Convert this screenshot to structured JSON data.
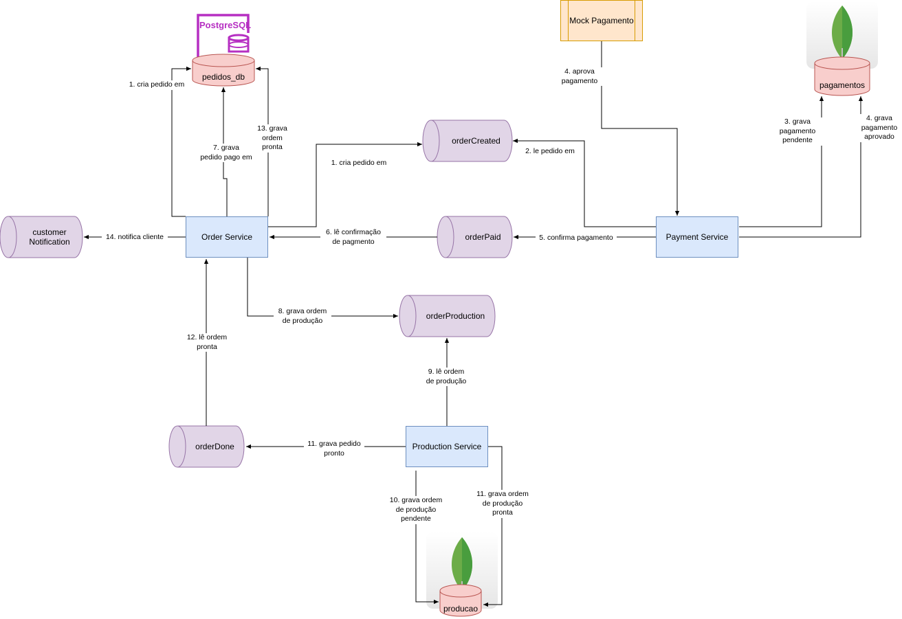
{
  "services": {
    "order": "Order Service",
    "payment": "Payment Service",
    "production": "Production Service",
    "mock": "Mock Pagamento"
  },
  "queues": {
    "order_created": "orderCreated",
    "order_paid": "orderPaid",
    "order_production": "orderProduction",
    "order_done": "orderDone",
    "customer_notification": "customer\nNotification"
  },
  "databases": {
    "pedidos": "pedidos_db",
    "pagamentos": "pagamentos",
    "producao": "producao",
    "postgres_logo": "PostgreSQL"
  },
  "edges": {
    "e1_db": "1. cria pedido em",
    "e1_queue": "1. cria pedido em",
    "e2": "2. le pedido em",
    "e3": "3. grava\npagamento\npendente",
    "e4_approve": "4. aprova\npagamento",
    "e4_save": "4. grava\npagamento\naprovado",
    "e5": "5. confirma pagamento",
    "e6": "6. lê confirmação\nde pagmento",
    "e7": "7. grava\npedido pago em",
    "e8": "8. grava ordem\nde produção",
    "e9": "9. lê ordem\nde produção",
    "e10": "10. grava ordem\nde produção\npendente",
    "e11_done": "11. grava pedido\npronto",
    "e11_db": "11. grava ordem\nde produção\npronta",
    "e12": "12. lê ordem\npronta",
    "e13": "13. grava\nordem pronta",
    "e14": "14. notifica cliente"
  },
  "colors": {
    "service_fill": "#dae8fc",
    "service_stroke": "#6c8ebf",
    "queue_fill": "#e1d5e7",
    "queue_stroke": "#9673a6",
    "db_fill": "#f8cecc",
    "db_stroke": "#b85450",
    "mock_fill": "#ffe6cc",
    "mock_stroke": "#d79b00",
    "postgres": "#b62fc2",
    "mongo_dark": "#499d3e",
    "mongo_light": "#6cac48"
  },
  "icons": {
    "postgres": "postgresql-icon",
    "mongo": "mongodb-leaf-icon"
  }
}
